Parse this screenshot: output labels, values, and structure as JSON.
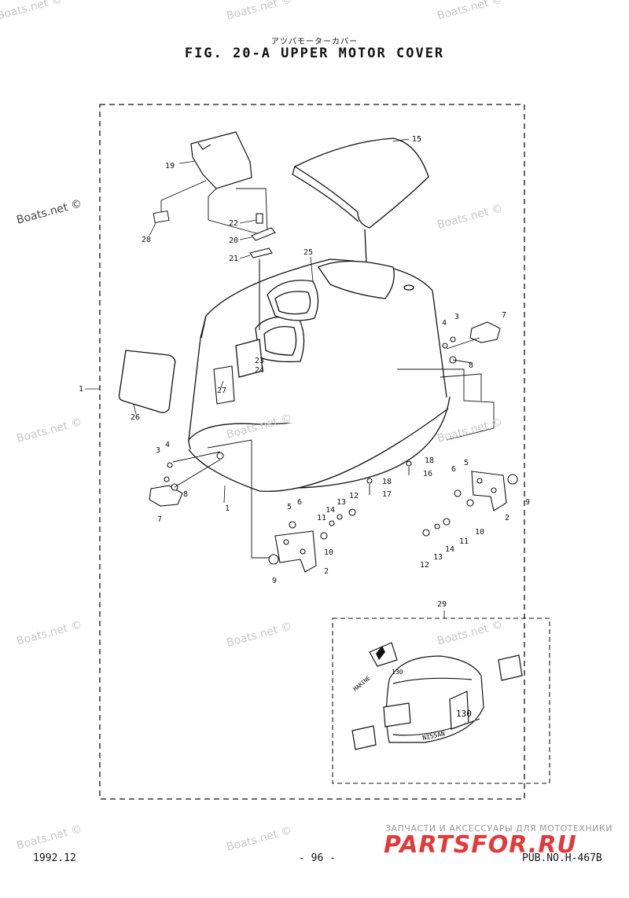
{
  "header": {
    "title_jp": "アツパモーターカバー",
    "title": "FIG. 20-A UPPER MOTOR COVER"
  },
  "callouts": [
    "1",
    "2",
    "3",
    "4",
    "5",
    "6",
    "7",
    "8",
    "9",
    "10",
    "11",
    "12",
    "13",
    "14",
    "15",
    "16",
    "17",
    "18",
    "19",
    "20",
    "21",
    "22",
    "23",
    "24",
    "25",
    "26",
    "27",
    "28",
    "29"
  ],
  "inset": {
    "decal_text_1": "MARINE",
    "decal_text_2": "130",
    "brand_text": "NISSAN",
    "model_badge": "130"
  },
  "footer": {
    "date": "1992.12",
    "page": "- 96 -",
    "pub": "PUB.NO.H-467B"
  },
  "watermarks": {
    "text": "Boats.net ©",
    "brand_subtitle": "ЗАПЧАСТИ И АКСЕССУАРЫ ДЛЯ МОТОТЕХНИКИ",
    "brand": "PARTSFOR.RU"
  },
  "colors": {
    "ink": "#111111",
    "watermark": "#c8c8c8",
    "brand": "#e23a3a"
  }
}
